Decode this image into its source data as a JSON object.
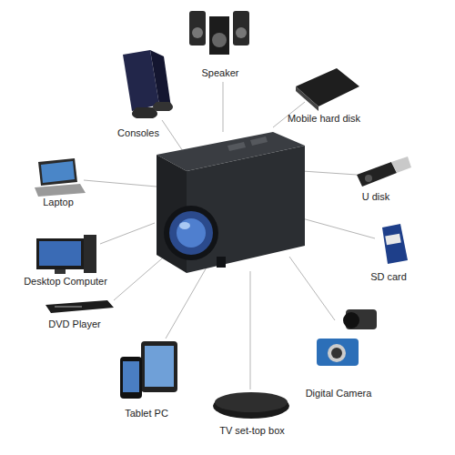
{
  "diagram": {
    "labels": [
      "Speaker",
      "Consoles",
      "Mobile hard disk",
      "U disk",
      "Laptop",
      "SD card",
      "Desktop Computer",
      "DVD Player",
      "Digital Camera",
      "Tablet PC",
      "TV set-top box"
    ]
  }
}
